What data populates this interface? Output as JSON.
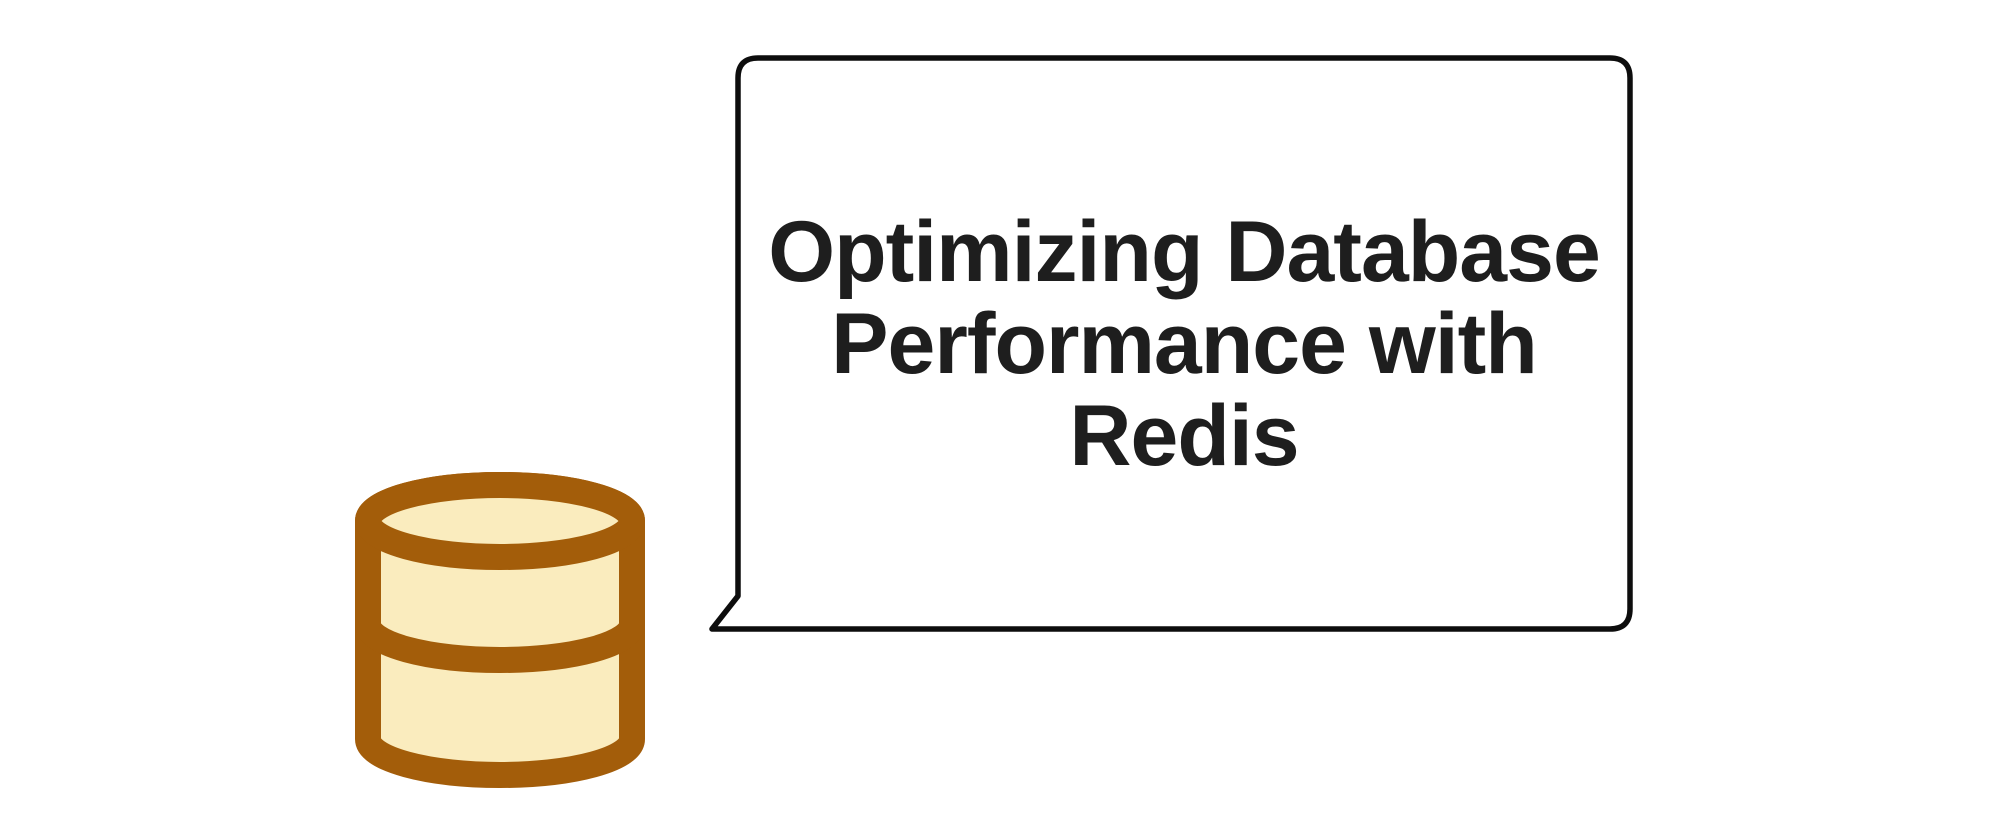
{
  "scene": {
    "background_color": "#FFFFFF"
  },
  "speech_bubble": {
    "full_title": "Optimizing Database Performance with Redis",
    "title_lines": [
      "Optimizing Database",
      "Performance with",
      "Redis"
    ],
    "border_color": "#0D0D0D",
    "fill_color": "#FFFFFF",
    "text_color": "#1E1E1E"
  },
  "database_icon": {
    "name": "database-icon",
    "fill_color": "#FAECBE",
    "stroke_color": "#A35D0A"
  }
}
